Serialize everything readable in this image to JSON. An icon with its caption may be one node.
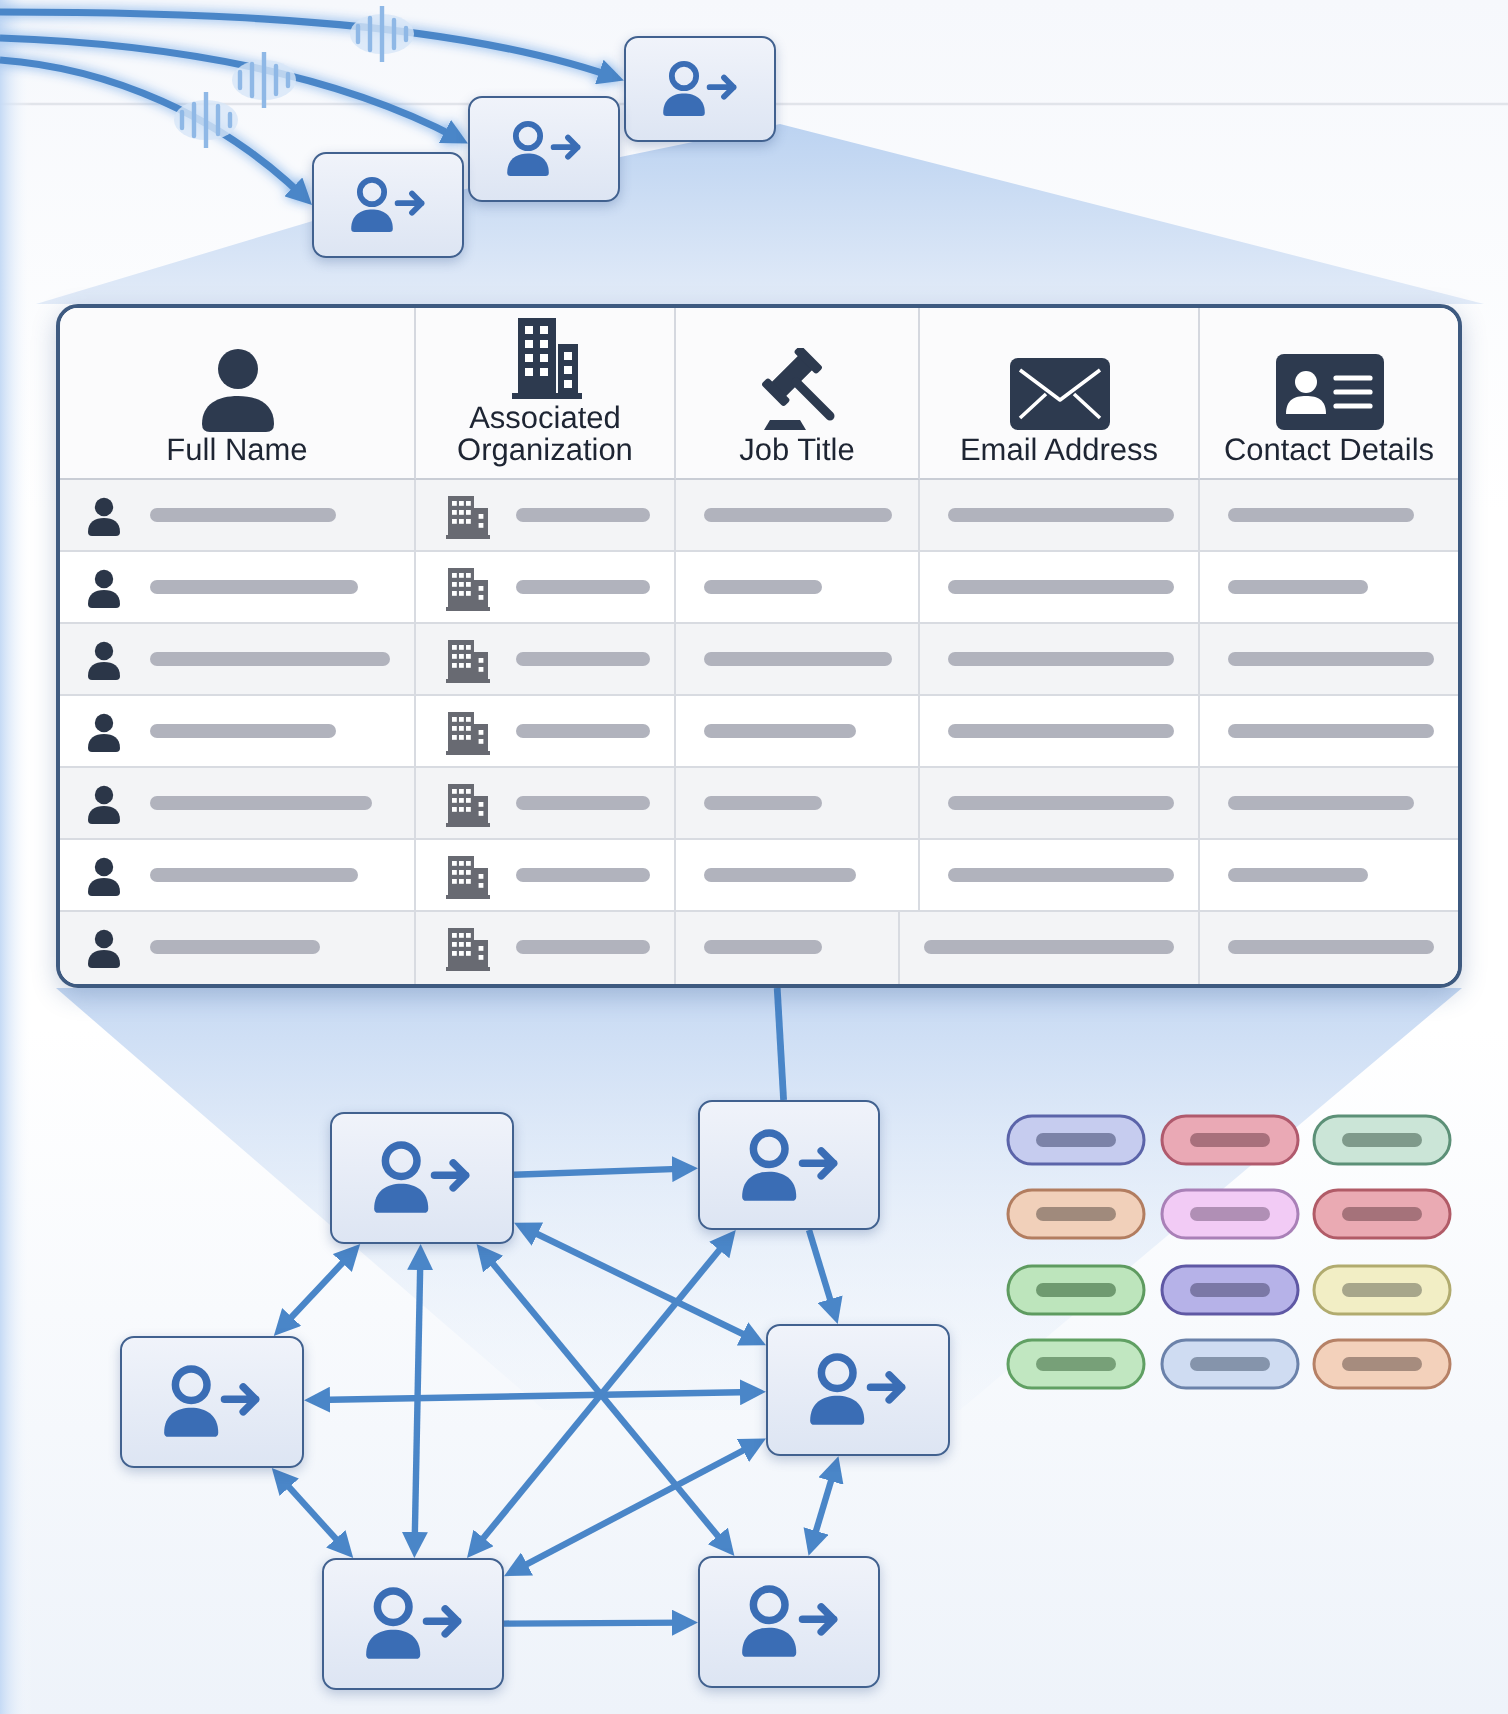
{
  "diagram": {
    "nodes": [
      {
        "text": [],
        "shape": "box"
      },
      {
        "text": [],
        "shape": "box"
      },
      {
        "text": [],
        "shape": "box"
      },
      {
        "text": [
          "Full Name",
          "Associated Organization",
          "Job Title",
          "Email Address",
          "Contact Details"
        ]
      },
      {
        "text": [],
        "shape": "box"
      },
      {
        "text": [],
        "shape": "box"
      },
      {
        "text": [],
        "shape": "box"
      },
      {
        "text": [],
        "shape": "box"
      },
      {
        "text": [],
        "shape": "box"
      },
      {
        "text": [],
        "shape": "box"
      }
    ],
    "edges": [
      {
        "from": null,
        "to": 0,
        "arrow": "to"
      },
      {
        "from": null,
        "to": 1,
        "arrow": "to"
      },
      {
        "from": null,
        "to": 2,
        "arrow": "to"
      },
      {
        "from": 3,
        "to": 5,
        "arrow": "none"
      },
      {
        "from": 4,
        "to": 5,
        "arrow": "to"
      },
      {
        "from": 5,
        "to": 7,
        "arrow": "to"
      },
      {
        "from": 4,
        "to": 6,
        "arrow": "both"
      },
      {
        "from": 6,
        "to": 7,
        "arrow": "both"
      },
      {
        "from": 4,
        "to": 7,
        "arrow": "both"
      },
      {
        "from": 4,
        "to": 9,
        "arrow": "both"
      },
      {
        "from": 8,
        "to": 4,
        "arrow": "both"
      },
      {
        "from": 6,
        "to": 8,
        "arrow": "both"
      },
      {
        "from": 8,
        "to": 5,
        "arrow": "both"
      },
      {
        "from": 7,
        "to": 8,
        "arrow": "both"
      },
      {
        "from": 7,
        "to": 9,
        "arrow": "both"
      },
      {
        "from": 8,
        "to": 9,
        "arrow": "to"
      }
    ]
  }
}
